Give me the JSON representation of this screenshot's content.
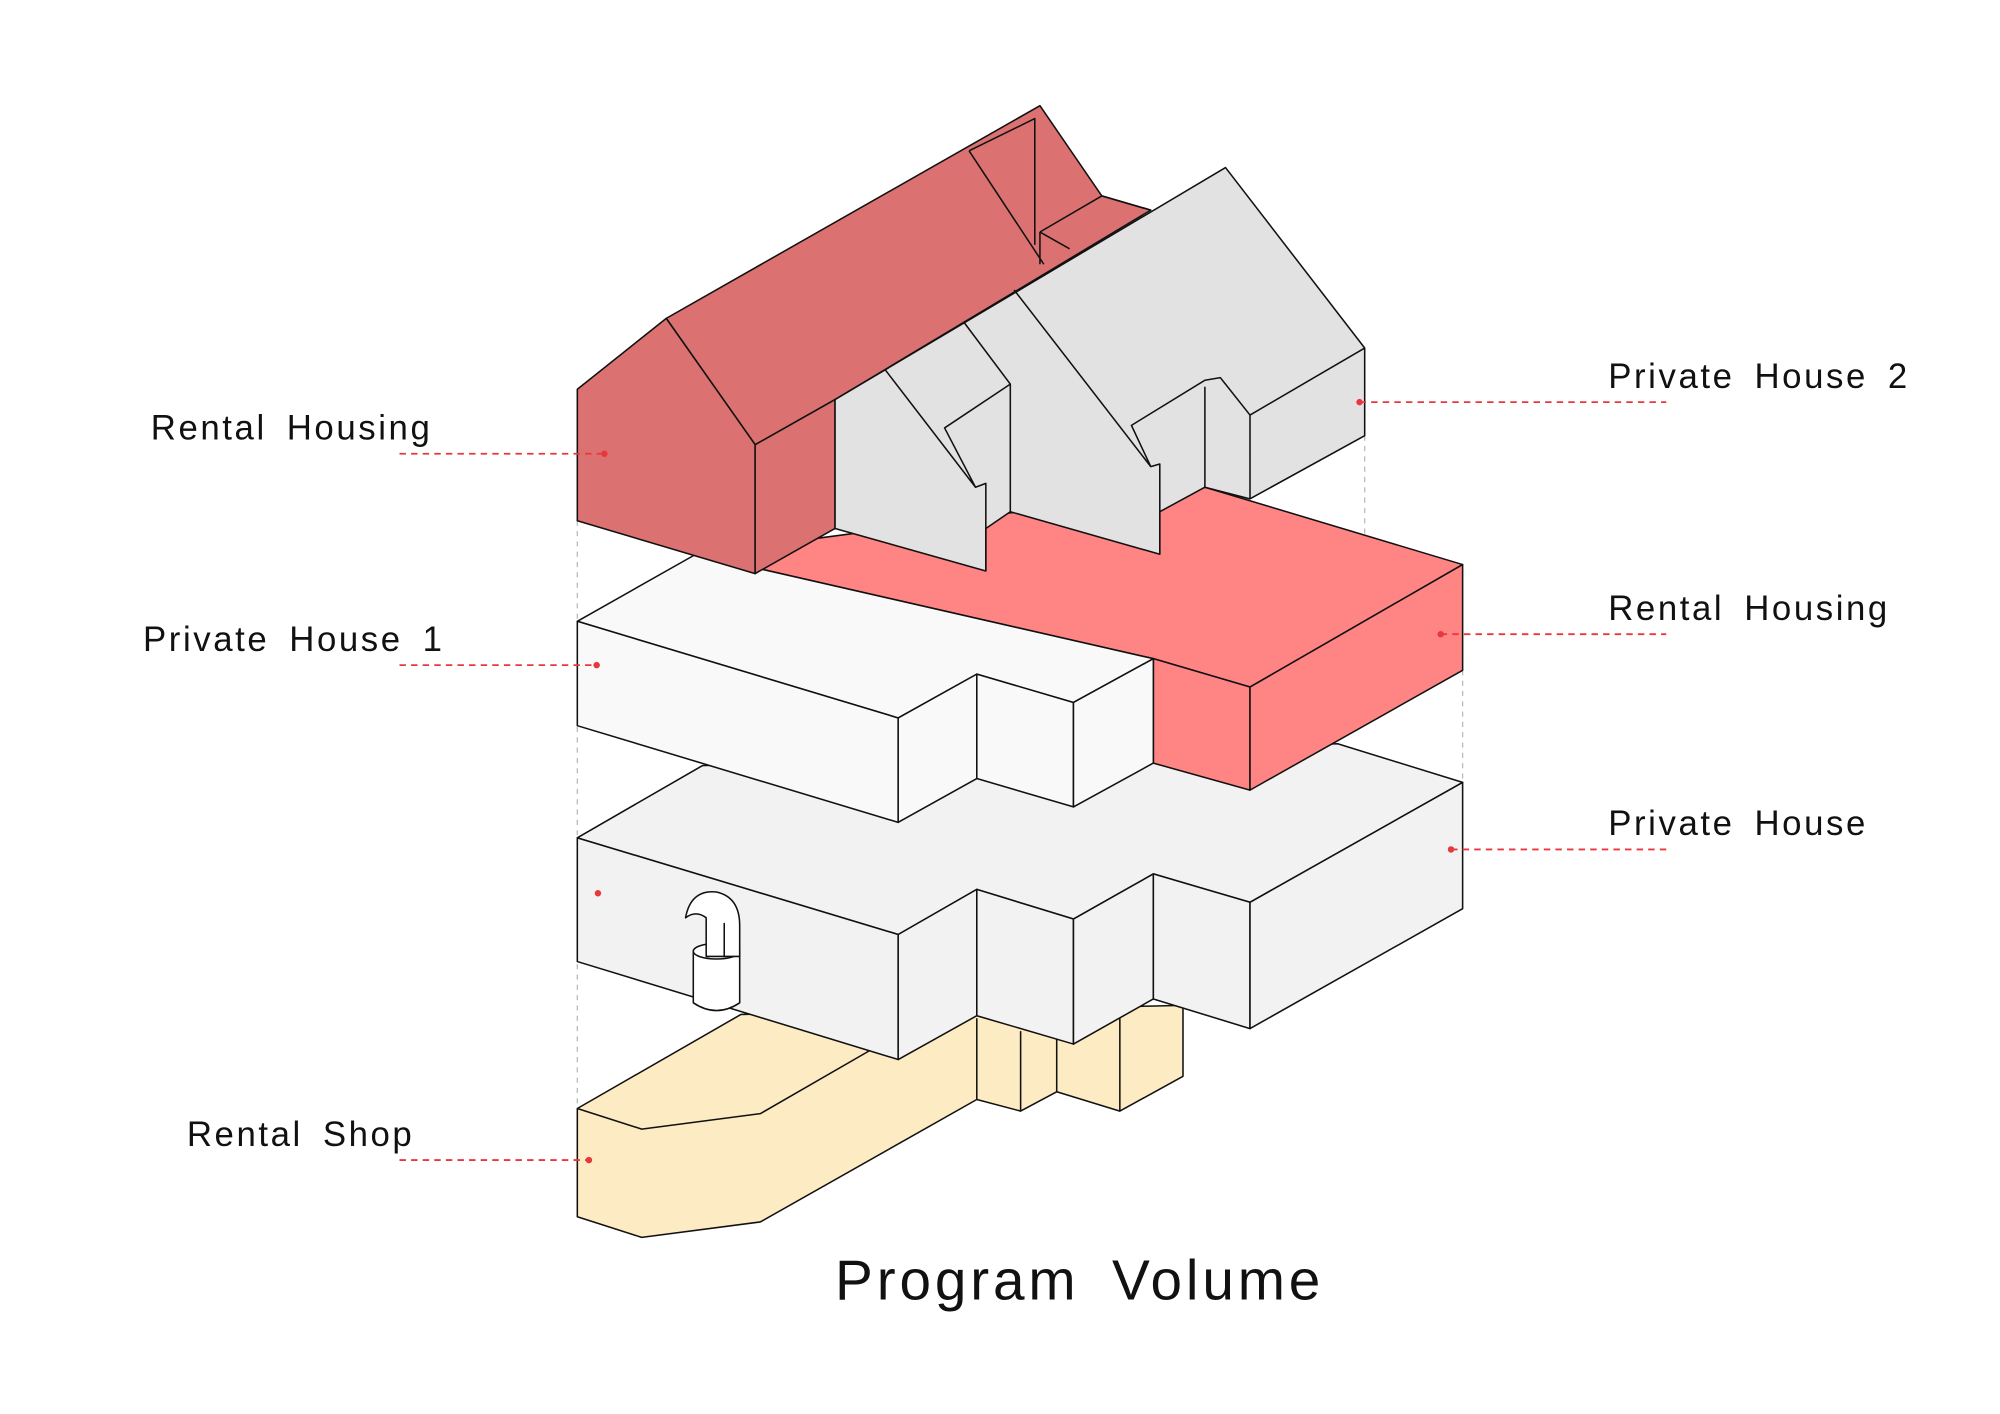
{
  "title": "Program Volume",
  "labels": {
    "left": [
      "Rental Housing",
      "Private House 1",
      "Rental Shop"
    ],
    "right": [
      "Private House 2",
      "Rental Housing",
      "Private House"
    ]
  },
  "colors": {
    "rental_housing_roof": "#DB7171",
    "rental_housing_slab": "#FF8585",
    "private_house_2": "#E2E2E2",
    "private_house_1": "#F9F9F9",
    "private_house": "#F2F2F2",
    "rental_shop": "#FDEBC3",
    "leader": "#E8383D"
  }
}
